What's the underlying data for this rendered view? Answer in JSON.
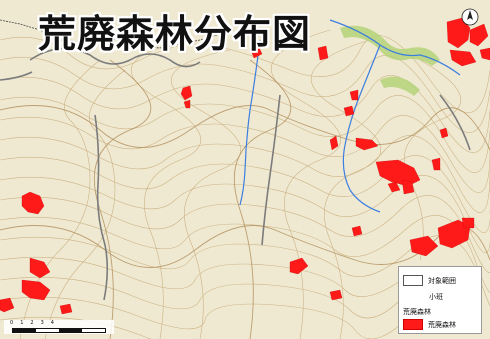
{
  "map": {
    "title": "荒廃森林分布図",
    "north_arrow": "north-arrow-icon",
    "colors": {
      "background": "#efe9d2",
      "contour": "#c9ad7c",
      "contour_index": "#b08c58",
      "river": "#3c7ee0",
      "road": "#7c7c7c",
      "river_bank_green": "#b5d47a",
      "degraded_forest": "#ff1a1a"
    },
    "legend": {
      "items": [
        {
          "label": "対象範囲",
          "swatch": "outline"
        },
        {
          "label": "小班",
          "swatch": "none"
        },
        {
          "label": "荒廃森林",
          "swatch": "none"
        },
        {
          "label": "荒廃森林",
          "swatch": "red"
        }
      ]
    },
    "scale_labels": [
      "0",
      "1",
      "2",
      "3",
      "4"
    ]
  }
}
